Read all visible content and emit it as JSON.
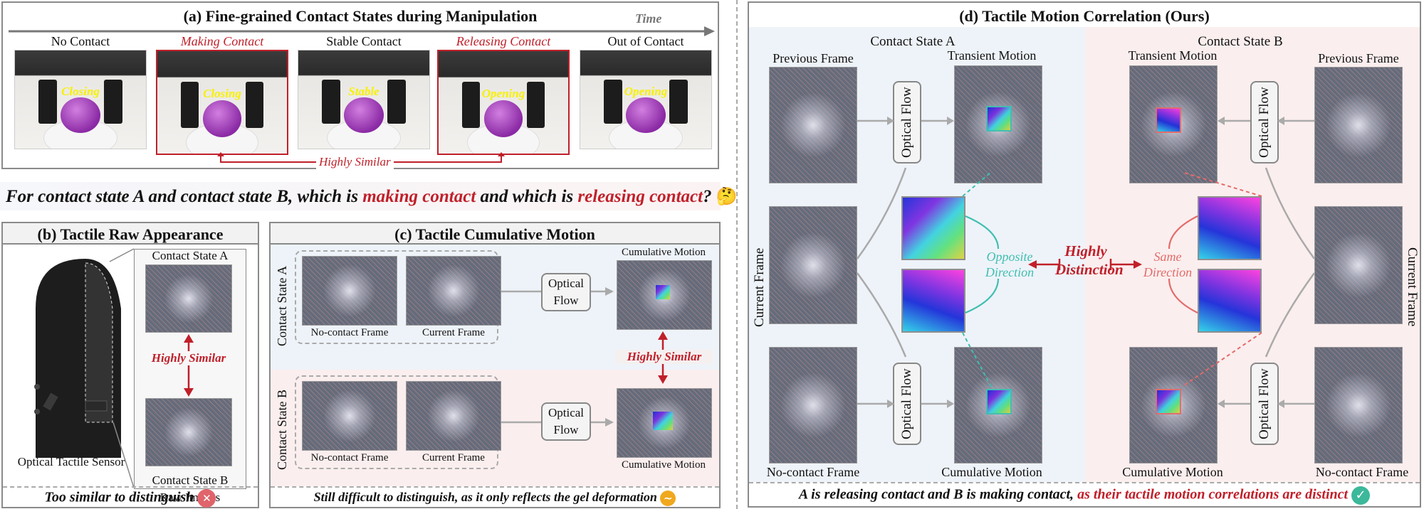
{
  "panel_a": {
    "title": "(a) Fine-grained Contact States during Manipulation",
    "time_label": "Time",
    "states": [
      {
        "label": "No Contact",
        "highlight": false,
        "gripper": "Closing"
      },
      {
        "label": "Making Contact",
        "highlight": true,
        "gripper": "Closing"
      },
      {
        "label": "Stable Contact",
        "highlight": false,
        "gripper": "Stable"
      },
      {
        "label": "Releasing Contact",
        "highlight": true,
        "gripper": "Opening"
      },
      {
        "label": "Out of Contact",
        "highlight": false,
        "gripper": "Opening"
      }
    ],
    "similar_label": "Highly Similar"
  },
  "question": {
    "prefix": "For ",
    "a": "contact state A",
    "mid": " and ",
    "b": "contact state B",
    "mid2": ", which is ",
    "making": "making contact",
    "mid3": " and which is ",
    "releasing": "releasing contact",
    "suffix": "?",
    "emoji": "🤔"
  },
  "panel_b": {
    "title": "(b) Tactile Raw Appearance",
    "state_a": "Contact State A",
    "state_b": "Contact State B",
    "similar": "Highly Similar",
    "sensor": "Optical Tactile Sensor",
    "raw": "Raw Images",
    "conclusion": "Too similar to distinguish",
    "icon": "✕"
  },
  "panel_c": {
    "title": "(c) Tactile Cumulative Motion",
    "row_a": "Contact State A",
    "row_b": "Contact State B",
    "no_contact": "No-contact Frame",
    "current": "Current Frame",
    "flow": "Optical Flow",
    "cumulative": "Cumulative Motion",
    "similar": "Highly Similar",
    "conclusion": "Still difficult to distinguish, as it only reflects the gel deformation",
    "icon": "~"
  },
  "panel_d": {
    "title": "(d) Tactile Motion Correlation (Ours)",
    "state_a": "Contact State A",
    "state_b": "Contact State B",
    "previous": "Previous Frame",
    "transient": "Transient Motion",
    "current": "Current Frame",
    "no_contact": "No-contact Frame",
    "cumulative": "Cumulative Motion",
    "flow": "Optical Flow",
    "opposite": "Opposite Direction",
    "same": "Same Direction",
    "distinction": "Highly Distinction",
    "conclusion_black": "A is releasing contact and B is making contact, ",
    "conclusion_red": "as their tactile motion correlations are distinct",
    "icon": "✓"
  },
  "colors": {
    "red": "#c0202a",
    "teal": "#3fbfb0",
    "panel_border": "#8a8a8a",
    "blue_bg": "#eef3f9",
    "pink_bg": "#fbeeee"
  }
}
